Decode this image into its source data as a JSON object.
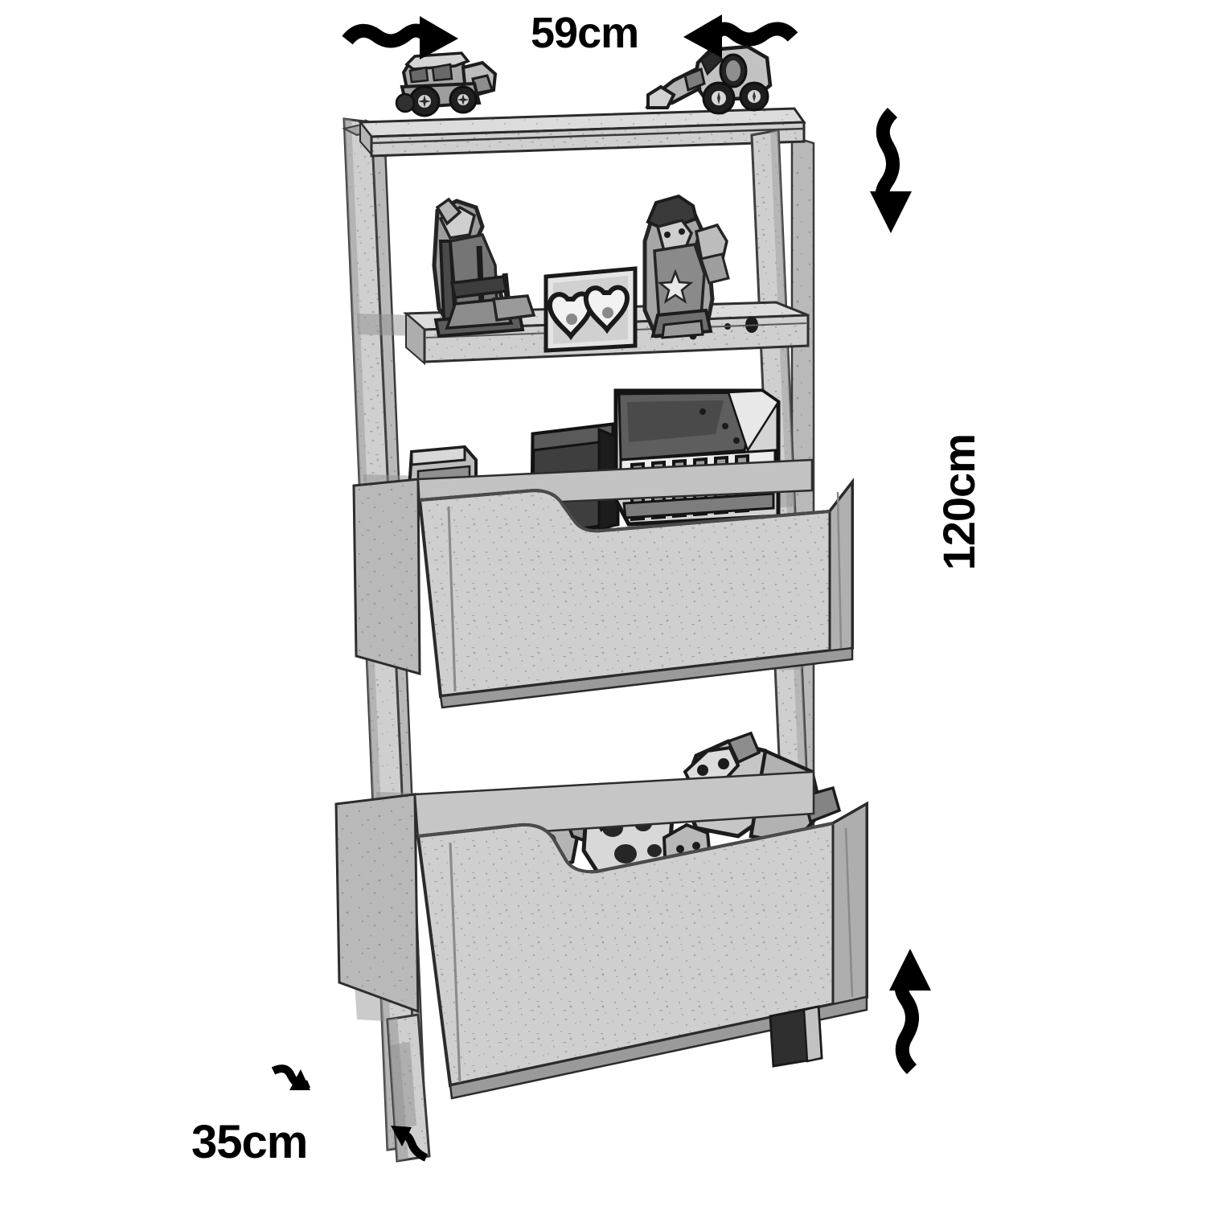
{
  "diagram": {
    "subject": "3-tier ladder storage shelf with toy bins",
    "background_color": "#ffffff",
    "line_color": "#000000",
    "wood_light": "#d2d2d2",
    "wood_mid": "#bdbdbd",
    "wood_dark": "#9a9a9a",
    "wood_shadow": "#6f6f6f"
  },
  "dimensions": {
    "width_label": "59cm",
    "height_label": "120cm",
    "depth_label": "35cm",
    "width_value": 59,
    "height_value": 120,
    "depth_value": 35,
    "unit": "cm"
  },
  "arrows": [
    {
      "name": "width-arrow-left",
      "direction": "right",
      "style": "wavy",
      "position": "top-left"
    },
    {
      "name": "width-arrow-right",
      "direction": "left",
      "style": "wavy",
      "position": "top-right"
    },
    {
      "name": "height-arrow-top",
      "direction": "down",
      "style": "wavy",
      "position": "right-upper"
    },
    {
      "name": "height-arrow-bottom",
      "direction": "up",
      "style": "wavy",
      "position": "right-lower"
    },
    {
      "name": "depth-arrow-upper",
      "direction": "down-right",
      "style": "wavy",
      "position": "bottom-left"
    },
    {
      "name": "depth-arrow-lower",
      "direction": "up-left",
      "style": "wavy",
      "position": "bottom-left"
    }
  ],
  "furniture": {
    "type": "ladder shelf / toy organizer",
    "tiers": [
      {
        "name": "top-shelf",
        "kind": "open shelf",
        "contents": [
          "clown figurine left",
          "heart picture frame",
          "clown figurine right"
        ]
      },
      {
        "name": "middle-bin",
        "kind": "tilted book bin",
        "contents": [
          "small book stack",
          "dark hardcover book",
          "large illustrated book"
        ]
      },
      {
        "name": "bottom-bin",
        "kind": "deep toy bin",
        "contents": [
          "plush dog toy",
          "spotted plush toy",
          "assorted soft toys"
        ]
      }
    ],
    "top_items": [
      "toy tractor",
      "toy front loader"
    ]
  }
}
